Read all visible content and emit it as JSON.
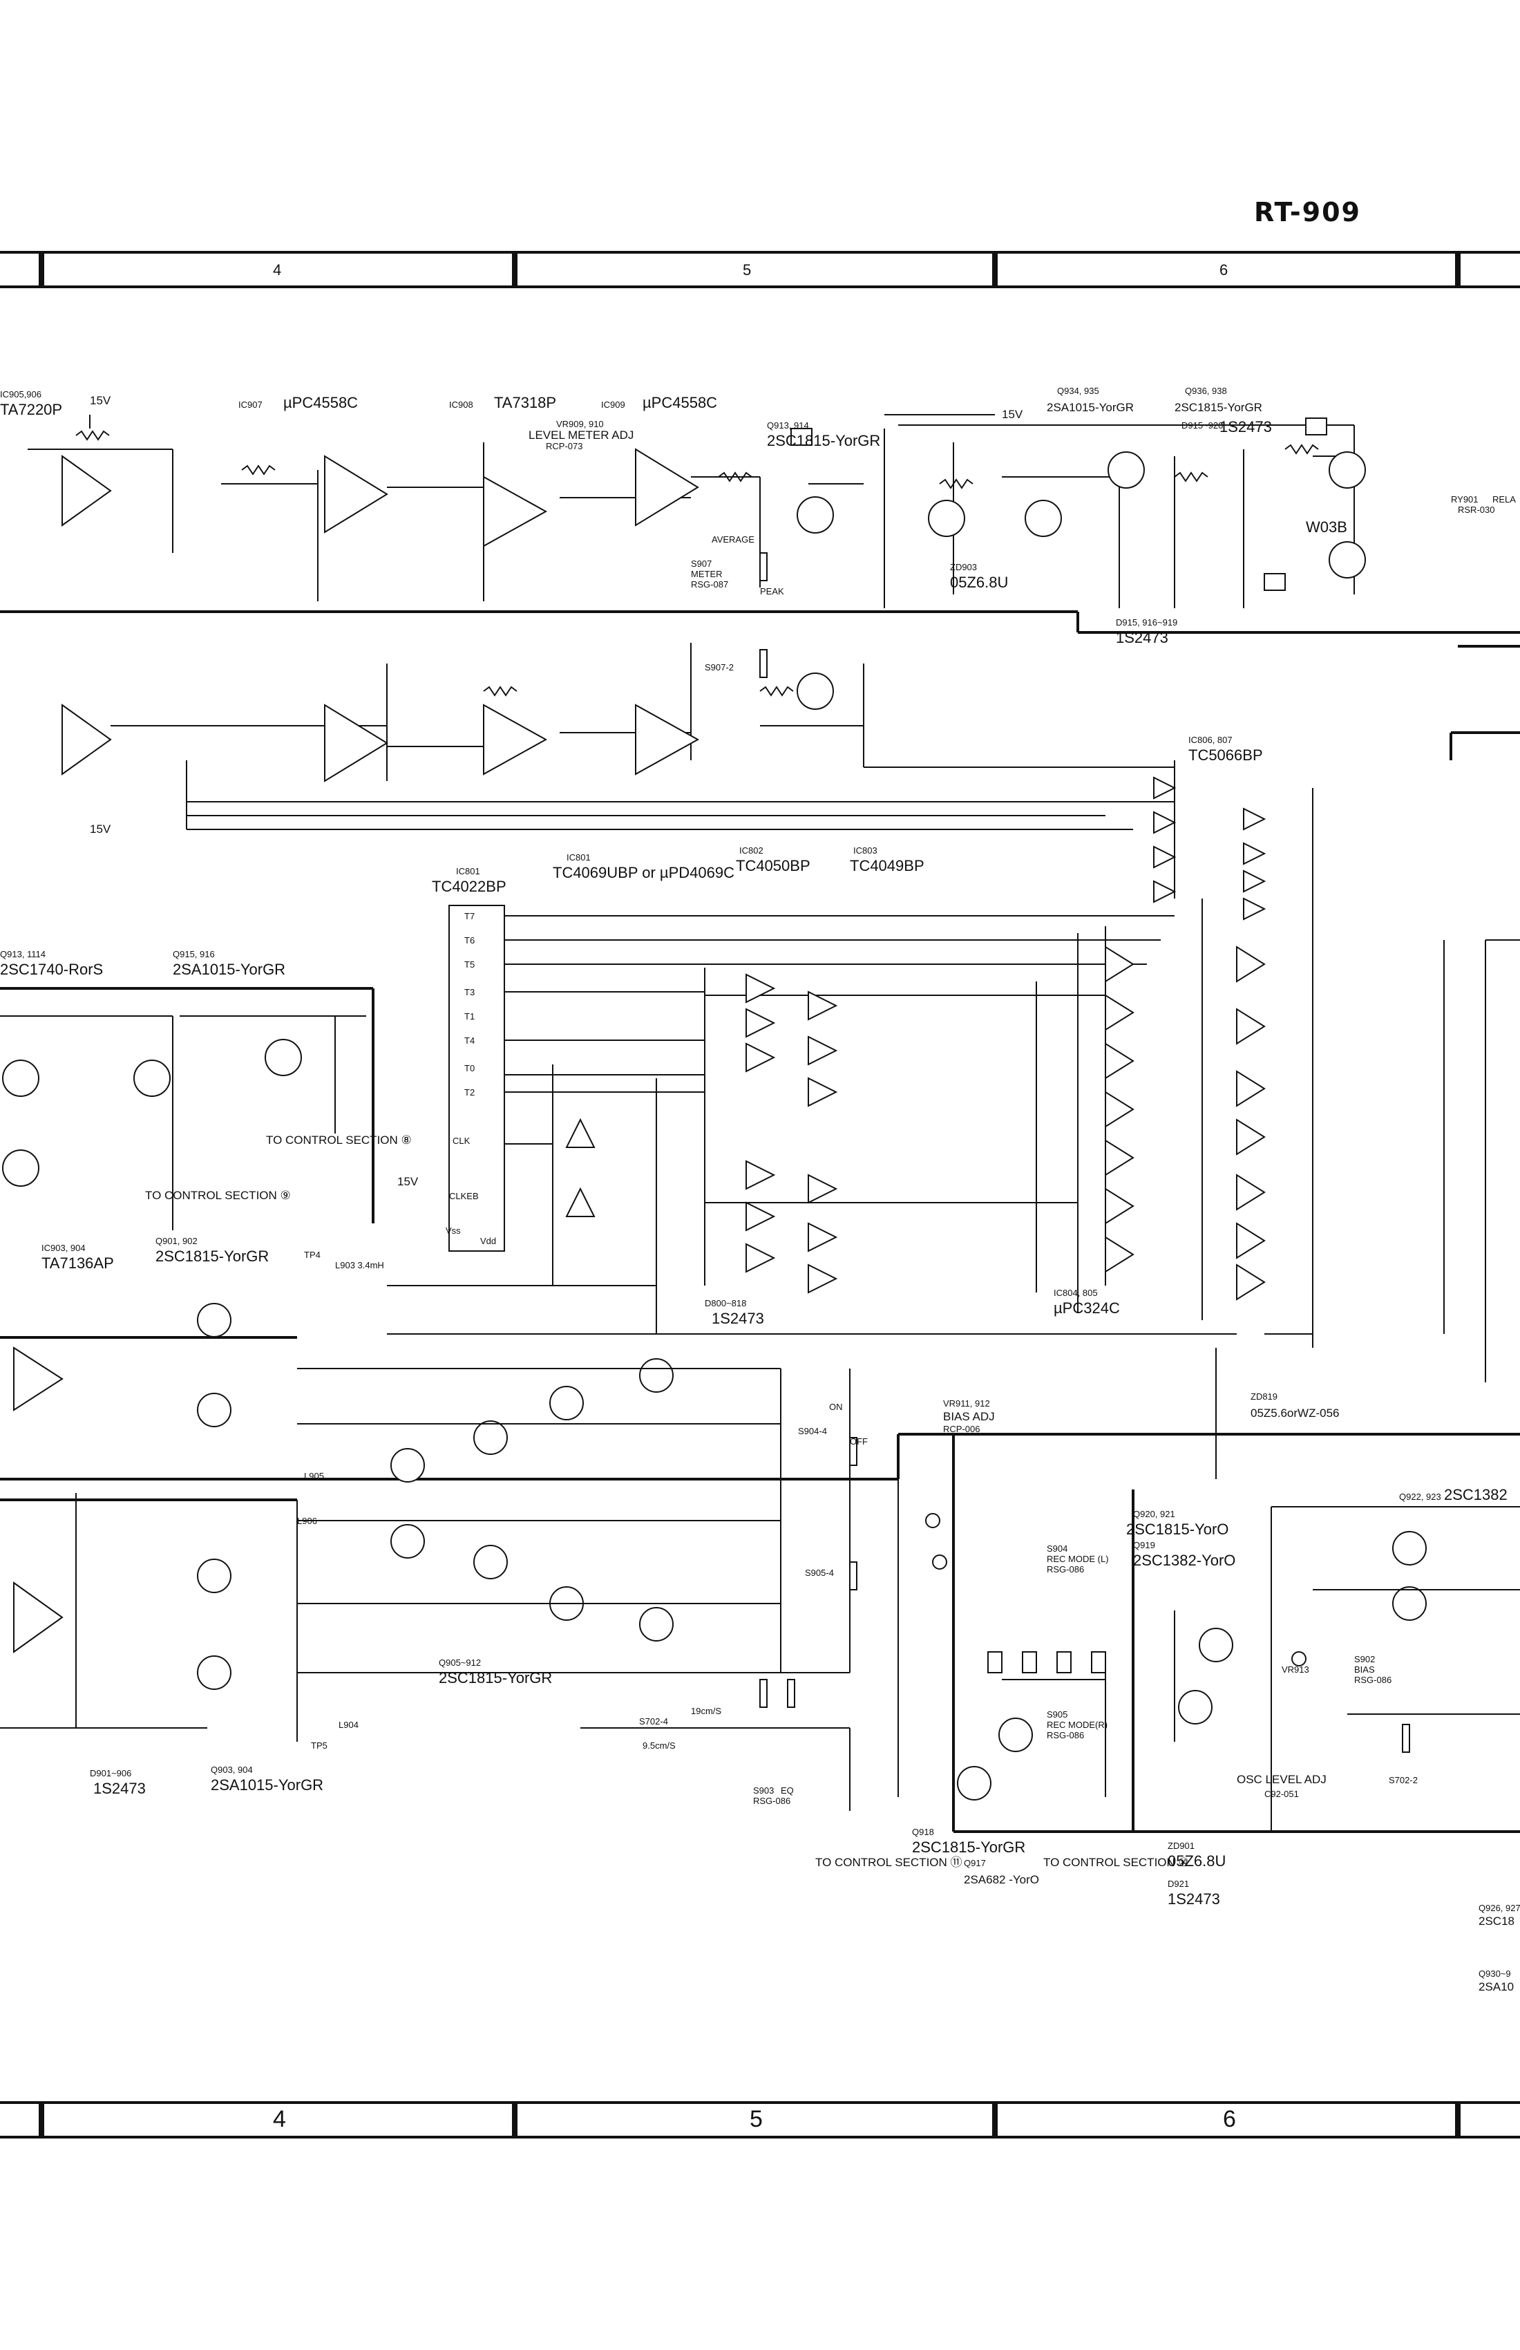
{
  "header": {
    "model": "RT-909"
  },
  "frame": {
    "columns": [
      "4",
      "5",
      "6"
    ]
  },
  "ics": [
    {
      "id": "ic907",
      "ref": "IC907",
      "part": "µPC4558C"
    },
    {
      "id": "ic908",
      "ref": "IC908",
      "part": "TA7318P"
    },
    {
      "id": "ic909",
      "ref": "IC909",
      "part": "µPC4558C"
    },
    {
      "id": "ic906",
      "ref": "IC905,906",
      "part": "TA7220P"
    },
    {
      "id": "ic801",
      "ref": "IC801",
      "part": "TC4022BP"
    },
    {
      "id": "ic801b",
      "ref": "IC801",
      "part": "TC4069UBP or µPD4069C"
    },
    {
      "id": "ic802",
      "ref": "IC802",
      "part": "TC4050BP"
    },
    {
      "id": "ic803",
      "ref": "IC803",
      "part": "TC4049BP"
    },
    {
      "id": "ic806",
      "ref": "IC806, 807",
      "part": "TC5066BP"
    },
    {
      "id": "ic804",
      "ref": "IC804, 805",
      "part": "µPC324C"
    },
    {
      "id": "ic903",
      "ref": "IC903, 904",
      "part": "TA7136AP"
    }
  ],
  "transistors": [
    {
      "ref": "Q913, 914",
      "part": "2SC1815-YorGR"
    },
    {
      "ref": "Q934, 935",
      "part": "2SA1015-YorGR"
    },
    {
      "ref": "Q936, 938",
      "part": "2SC1815-YorGR"
    },
    {
      "ref": "Q913, 1114",
      "part": "2SC1740-RorS"
    },
    {
      "ref": "Q915, 916",
      "part": "2SA1015-YorGR"
    },
    {
      "ref": "Q901, 902",
      "part": "2SC1815-YorGR"
    },
    {
      "ref": "Q905~912",
      "part": "2SC1815-YorGR"
    },
    {
      "ref": "Q903, 904",
      "part": "2SA1015-YorGR"
    },
    {
      "ref": "Q920, 921",
      "part": "2SC1815-YorO"
    },
    {
      "ref": "Q919",
      "part": "2SC1382-YorO"
    },
    {
      "ref": "Q918",
      "part": "2SC1815-YorGR"
    },
    {
      "ref": "Q917",
      "part": "2SA682 -YorO"
    },
    {
      "ref": "Q922, 923",
      "part": "2SC1382"
    },
    {
      "ref": "Q926, 927",
      "part": "2SC18"
    },
    {
      "ref": "Q930~9",
      "part": "2SA10"
    }
  ],
  "diodes": [
    {
      "ref": "D915~920",
      "part": "1S2473"
    },
    {
      "ref": "D915, 916~919",
      "part": "1S2473"
    },
    {
      "ref": "D800~818",
      "part": "1S2473"
    },
    {
      "ref": "D901~906",
      "part": "1S2473"
    },
    {
      "ref": "D921",
      "part": "1S2473"
    },
    {
      "ref": "ZD903",
      "part": "05Z6.8U"
    },
    {
      "ref": "ZD901",
      "part": "05Z6.8U"
    },
    {
      "ref": "ZD819",
      "part": "05Z5.6orWZ-056"
    },
    {
      "ref": "",
      "part": "W03B"
    }
  ],
  "controls": [
    {
      "ref": "VR909, 910",
      "name": "LEVEL METER ADJ",
      "part": "RCP-073"
    },
    {
      "ref": "VR911, 912",
      "name": "BIAS ADJ",
      "part": "RCP-006"
    },
    {
      "ref": "VR913",
      "name": "OSC LEVEL ADJ",
      "part": "C92-051"
    },
    {
      "ref": "S907",
      "name": "METER",
      "part": "RSG-087"
    },
    {
      "ref": "S903",
      "name": "EQ",
      "part": "RSG-086"
    },
    {
      "ref": "S905",
      "name": "REC MODE(R)",
      "part": "RSG-086"
    },
    {
      "ref": "S904",
      "name": "REC MODE (L)",
      "part": "RSG-086"
    },
    {
      "ref": "S902",
      "name": "BIAS",
      "part": "RSG-086"
    },
    {
      "ref": "RY901",
      "name": "RELA",
      "part": "RSR-030"
    }
  ],
  "misc_labels": {
    "v15_a": "15V",
    "v15_b": "15V",
    "v15_c": "15V",
    "v15_d": "15V",
    "average": "AVERAGE",
    "peak": "PEAK",
    "s907_2": "S907-2",
    "s904_4": "S904-4",
    "s905_4": "S905-4",
    "tp4": "TP4",
    "tp5": "TP5",
    "l903": "L903 3.4mH",
    "l904": "L904",
    "l905": "L905",
    "l906": "L906",
    "clkeb": "CLKEB",
    "clk": "CLK",
    "vss": "Vss",
    "vdd": "Vdd",
    "s702_4": "S702-4",
    "speed1": "19cm/S",
    "speed2": "9.5cm/S",
    "s702_2": "S702-2",
    "off": "OFF",
    "on": "ON"
  },
  "offpage": [
    {
      "id": "cs8",
      "text": "TO CONTROL SECTION ⑧"
    },
    {
      "id": "cs9",
      "text": "TO CONTROL SECTION ⑨"
    },
    {
      "id": "cs11",
      "text": "TO CONTROL SECTION ⑪"
    },
    {
      "id": "cs10",
      "text": "TO CONTROL SECTION ⑩"
    }
  ],
  "counter_outputs": [
    "T7",
    "T6",
    "T5",
    "T3",
    "T1",
    "T4",
    "T0",
    "T2"
  ]
}
